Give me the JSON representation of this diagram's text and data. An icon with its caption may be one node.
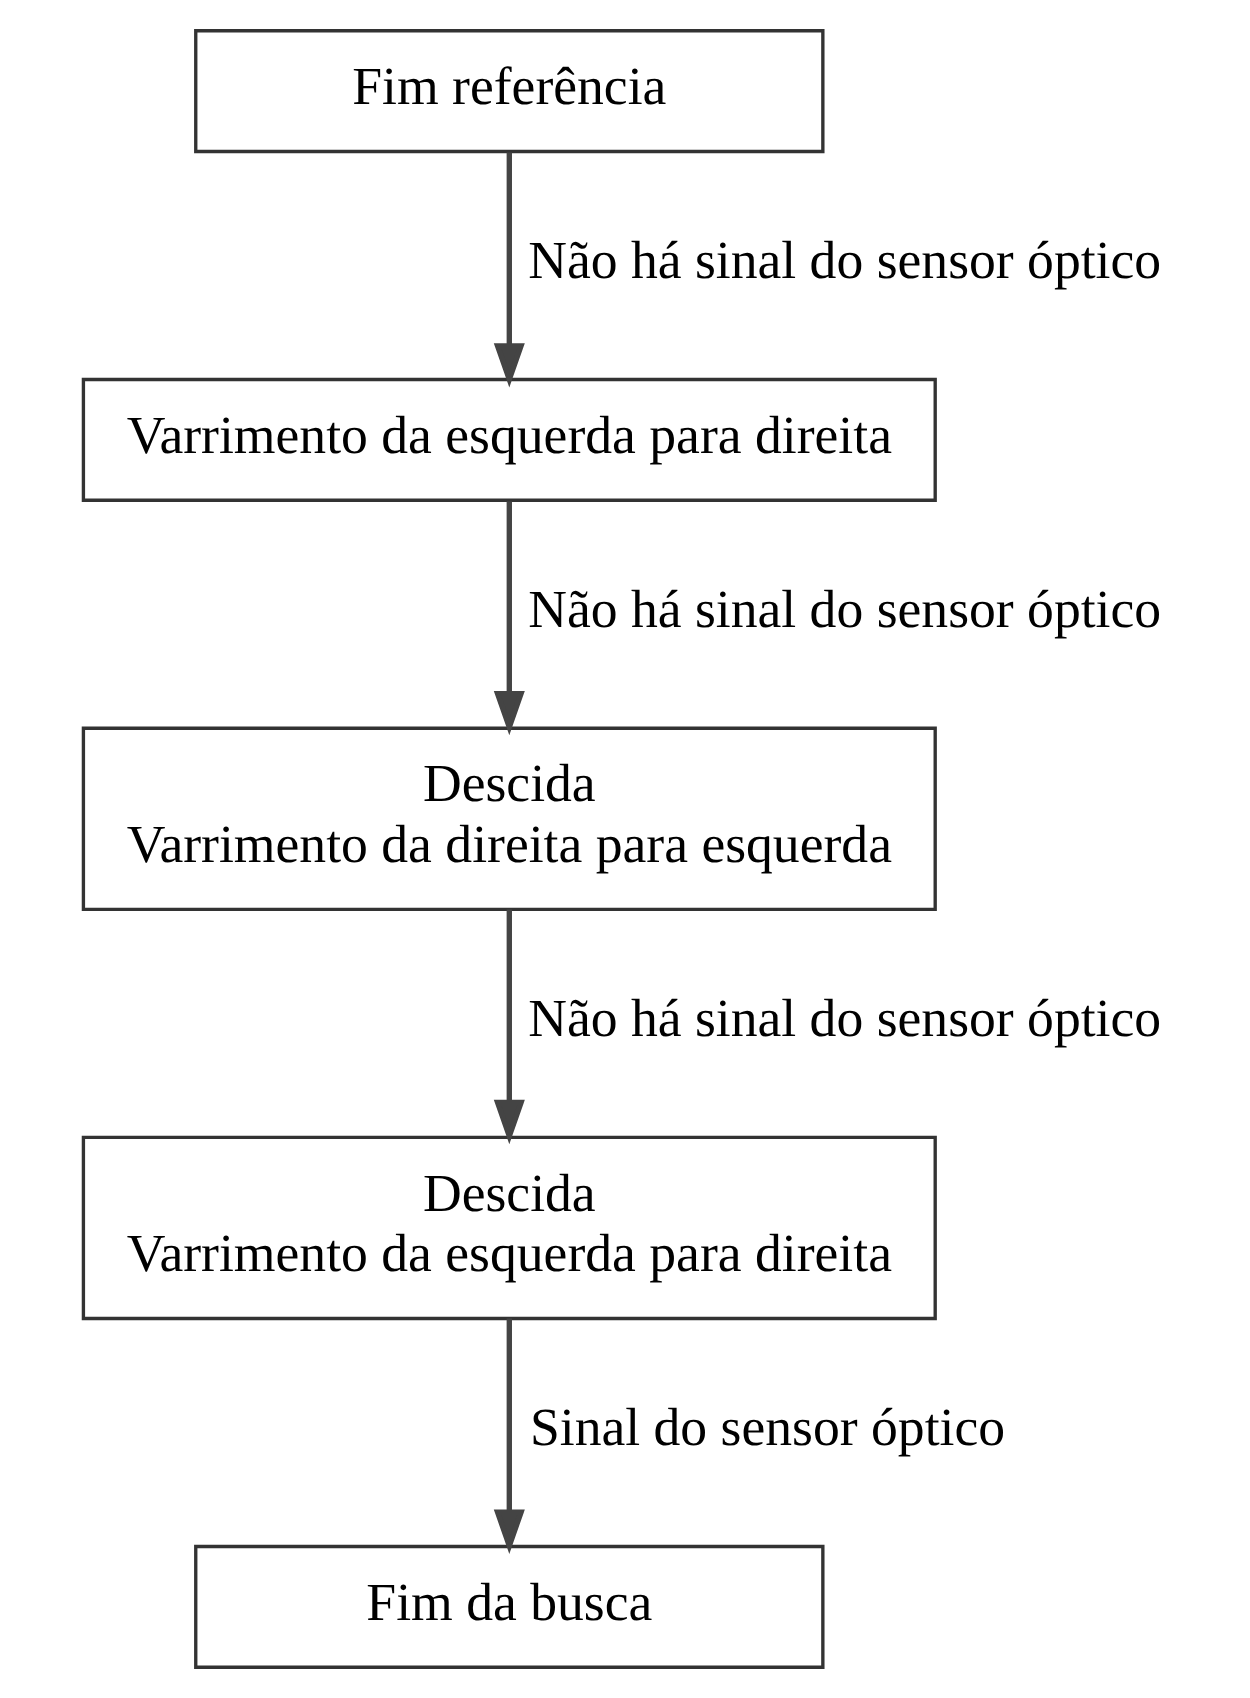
{
  "diagram": {
    "nodes": [
      {
        "text": [
          "Fim referência"
        ]
      },
      {
        "text": [
          "Varrimento da esquerda para direita"
        ]
      },
      {
        "text": [
          "Descida",
          "Varrimento da direita para esquerda"
        ]
      },
      {
        "text": [
          "Descida",
          "Varrimento da esquerda para direita"
        ]
      },
      {
        "text": [
          "Fim da busca"
        ]
      }
    ],
    "edges": [
      {
        "from": 0,
        "to": 1,
        "arrow": "to",
        "label": "Não há sinal do sensor óptico"
      },
      {
        "from": 1,
        "to": 2,
        "arrow": "to",
        "label": "Não há sinal do sensor óptico"
      },
      {
        "from": 2,
        "to": 3,
        "arrow": "to",
        "label": "Não há sinal do sensor óptico"
      },
      {
        "from": 3,
        "to": 4,
        "arrow": "to",
        "label": "Sinal do sensor óptico"
      }
    ]
  }
}
